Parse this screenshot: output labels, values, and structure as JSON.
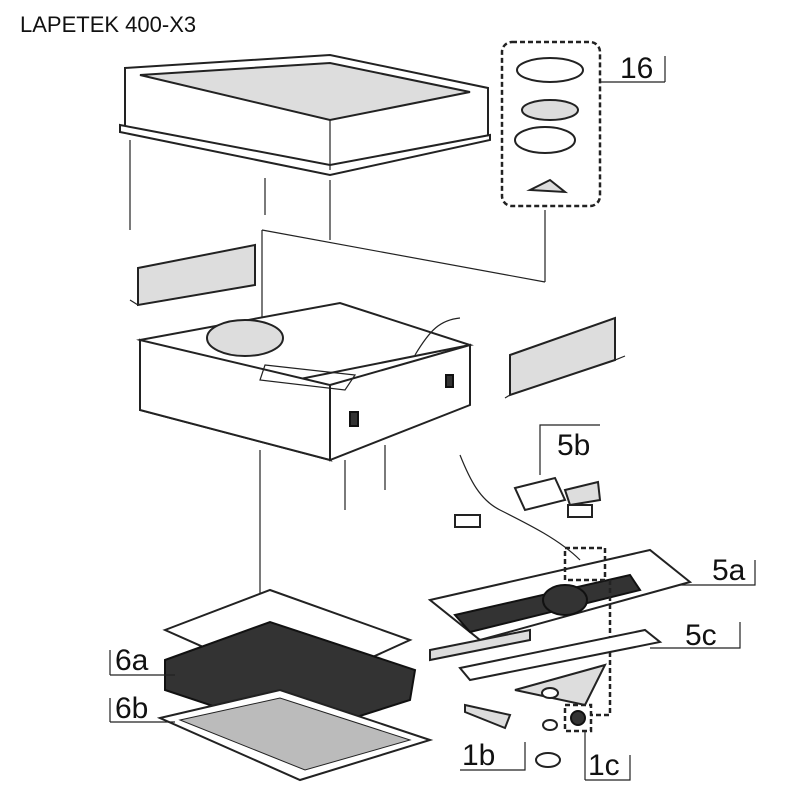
{
  "title": "LAPETEK 400-X3",
  "labels": {
    "p16": "16",
    "p5b": "5b",
    "p5a": "5a",
    "p5c": "5c",
    "p6a": "6a",
    "p6b": "6b",
    "p1b": "1b",
    "p1c": "1c"
  }
}
